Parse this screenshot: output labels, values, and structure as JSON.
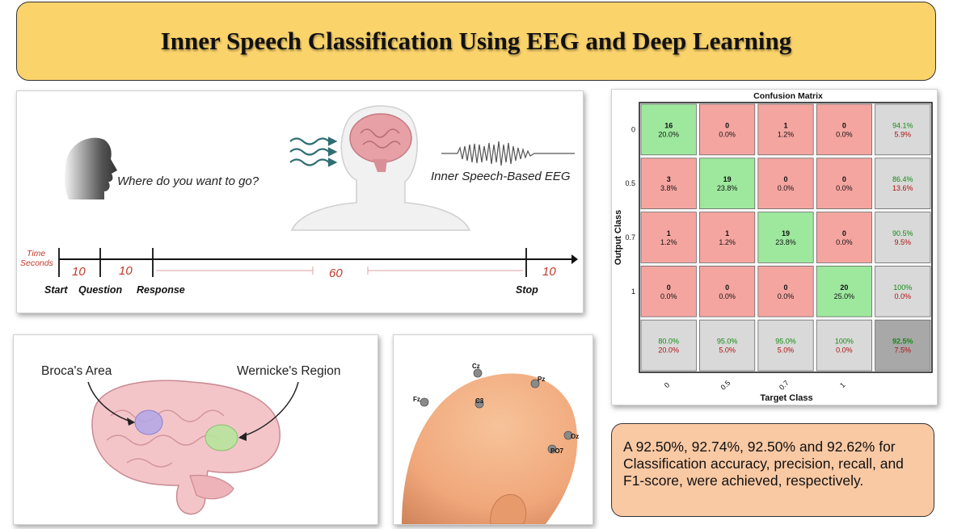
{
  "title": "Inner Speech Classification Using EEG and Deep Learning",
  "protocol": {
    "prompt": "Where do you want to go?",
    "eeg_label": "Inner Speech-Based EEG",
    "time_label_1": "Time",
    "time_label_2": "Seconds",
    "durations": [
      "10",
      "10",
      "60",
      "10"
    ],
    "events": [
      "Start",
      "Question",
      "Response",
      "Stop"
    ]
  },
  "brain": {
    "broca_label": "Broca's Area",
    "wernicke_label": "Wernicke's Region"
  },
  "electrodes": [
    "Cz",
    "Pz",
    "Fz",
    "C3",
    "Oz",
    "PO7"
  ],
  "summary": "A 92.50%, 92.74%, 92.50% and 92.62% for Classification accuracy, precision, recall, and F1-score, were achieved, respectively.",
  "chart_data": {
    "type": "heatmap",
    "title": "Confusion Matrix",
    "xlabel": "Target Class",
    "ylabel": "Output Class",
    "classes": [
      "0",
      "0.5",
      "0.7",
      "1"
    ],
    "matrix": [
      [
        16,
        0,
        1,
        0
      ],
      [
        3,
        19,
        0,
        0
      ],
      [
        1,
        1,
        19,
        0
      ],
      [
        0,
        0,
        0,
        20
      ]
    ],
    "matrix_percent": [
      [
        "20.0%",
        "0.0%",
        "1.2%",
        "0.0%"
      ],
      [
        "3.8%",
        "23.8%",
        "0.0%",
        "0.0%"
      ],
      [
        "1.2%",
        "1.2%",
        "23.8%",
        "0.0%"
      ],
      [
        "0.0%",
        "0.0%",
        "0.0%",
        "25.0%"
      ]
    ],
    "row_summary": [
      [
        "94.1%",
        "5.9%"
      ],
      [
        "86.4%",
        "13.6%"
      ],
      [
        "90.5%",
        "9.5%"
      ],
      [
        "100%",
        "0.0%"
      ]
    ],
    "col_summary": [
      [
        "80.0%",
        "20.0%"
      ],
      [
        "95.0%",
        "5.0%"
      ],
      [
        "95.0%",
        "5.0%"
      ],
      [
        "100%",
        "0.0%"
      ]
    ],
    "overall": [
      "92.5%",
      "7.5%"
    ],
    "colors": {
      "correct": "#9ee89e",
      "wrong": "#f5a5a0",
      "summary": "#d9d9d9",
      "overall": "#a8a8a8",
      "good_text": "#138a13",
      "bad_text": "#b01010"
    }
  }
}
